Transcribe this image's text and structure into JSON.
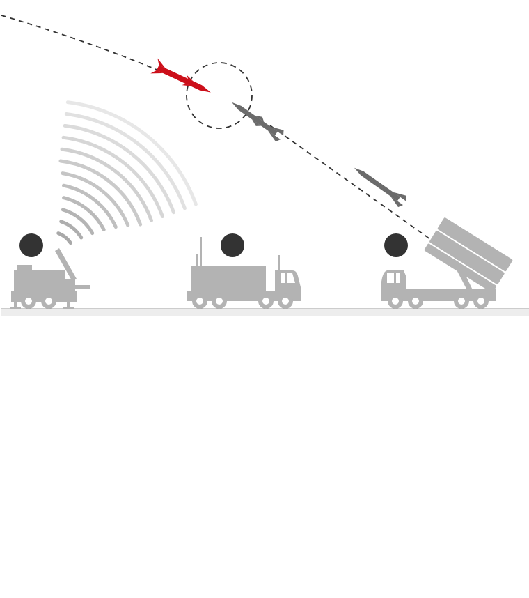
{
  "scene": {
    "description_free": true,
    "units": [
      {
        "id": "radar",
        "badge_label": ""
      },
      {
        "id": "control-station",
        "badge_label": ""
      },
      {
        "id": "launcher",
        "badge_label": ""
      }
    ]
  },
  "colors": {
    "vehicle": "#b3b3b3",
    "badge": "#333333",
    "enemy_missile": "#cc0f1a",
    "interceptor": "#6b6b6b",
    "trajectory": "#333333",
    "ground_line": "#999999",
    "ground_band": "#ededed",
    "radar_wave": "#a9a9a9"
  },
  "icons": {
    "radar": "radar-truck-icon",
    "control": "command-truck-icon",
    "launcher": "missile-launcher-truck-icon",
    "enemy": "incoming-missile-icon",
    "interceptor": "interceptor-missile-icon",
    "intercept_zone": "intercept-circle-icon"
  }
}
